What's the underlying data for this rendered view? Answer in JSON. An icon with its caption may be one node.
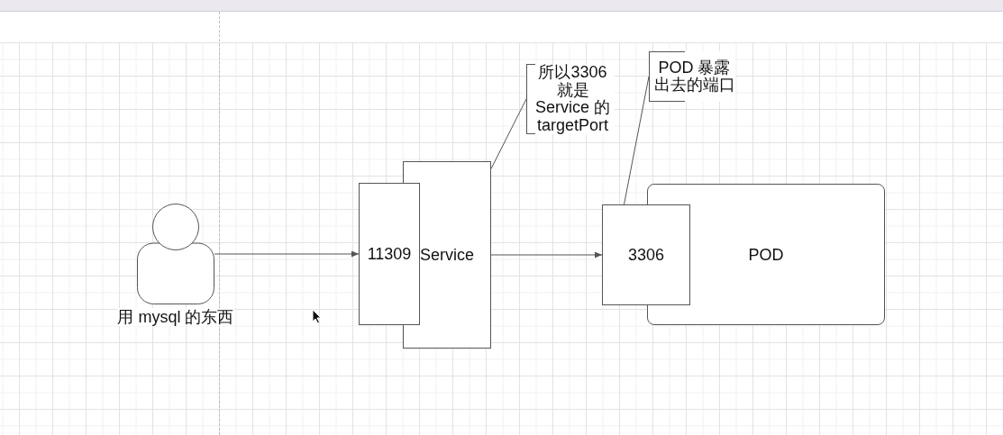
{
  "diagram": {
    "nodes": [
      {
        "text": [
          "用 mysql 的东西"
        ]
      },
      {
        "text": [
          "11309"
        ]
      },
      {
        "text": [
          "Service"
        ]
      },
      {
        "text": [
          "3306"
        ]
      },
      {
        "text": [
          "POD"
        ]
      },
      {
        "text": [
          "所以3306 就是 Service 的 targetPort"
        ]
      },
      {
        "text": [
          "POD 暴露出去的端口"
        ]
      }
    ],
    "edges": [
      {
        "from": 0,
        "to": 1,
        "arrow": "to"
      },
      {
        "from": 2,
        "to": 3,
        "arrow": "to"
      },
      {
        "from": 5,
        "to": 2,
        "arrow": "none"
      },
      {
        "from": 6,
        "to": 3,
        "arrow": "none"
      }
    ]
  }
}
